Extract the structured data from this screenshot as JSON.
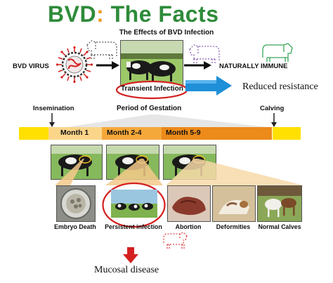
{
  "header": {
    "title_main": "BVD",
    "title_colon": ":",
    "title_rest": " The Facts",
    "subtitle": "The Effects of BVD Infection"
  },
  "top_row": {
    "virus_label": "BVD VIRUS",
    "transient_label": "Transient Infection",
    "immune_label": "NATURALLY IMMUNE",
    "reduced_label": "Reduced resistance"
  },
  "timeline": {
    "insemination": "Insemination",
    "gestation": "Period of Gestation",
    "calving": "Calving",
    "months": [
      "Month 1",
      "Month 2-4",
      "Month 5-9"
    ]
  },
  "outcomes": [
    "Embryo Death",
    "Persistent infection",
    "Abortion",
    "Deformities",
    "Normal Calves"
  ],
  "footer": {
    "mucosal": "Mucosal disease"
  },
  "colors": {
    "title_green": "#2e8b3a",
    "accent_orange": "#f0a020",
    "month1": "#fbd58a",
    "month2": "#f5a83a",
    "month3": "#ec8a1a",
    "bar_yellow": "#ffe000",
    "highlight_red": "#d42020",
    "arrow_blue": "#1e8fd8"
  }
}
